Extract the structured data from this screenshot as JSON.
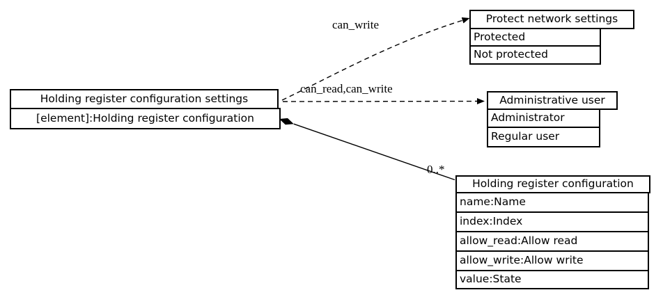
{
  "diagram": {
    "nodes": {
      "settings": {
        "header": "Holding register configuration settings",
        "attributes": [
          "[element]:Holding register configuration"
        ]
      },
      "protect_network": {
        "header": "Protect network settings",
        "values": [
          "Protected",
          "Not protected"
        ]
      },
      "administrative_user": {
        "header": "Administrative user",
        "values": [
          "Administrator",
          "Regular user"
        ]
      },
      "holding_register": {
        "header": "Holding register configuration",
        "attributes": [
          "name:Name",
          "index:Index",
          "allow_read:Allow read",
          "allow_write:Allow write",
          "value:State"
        ]
      }
    },
    "edges": {
      "can_write": {
        "label": "can_write",
        "style": "dashed"
      },
      "can_read_can_write": {
        "label": "can_read,can_write",
        "style": "dashed"
      },
      "composition": {
        "multiplicity": "0..*",
        "style": "solid"
      }
    },
    "colors": {
      "line": "#000000",
      "border": "#000000",
      "background": "#ffffff",
      "text": "#000000"
    }
  }
}
